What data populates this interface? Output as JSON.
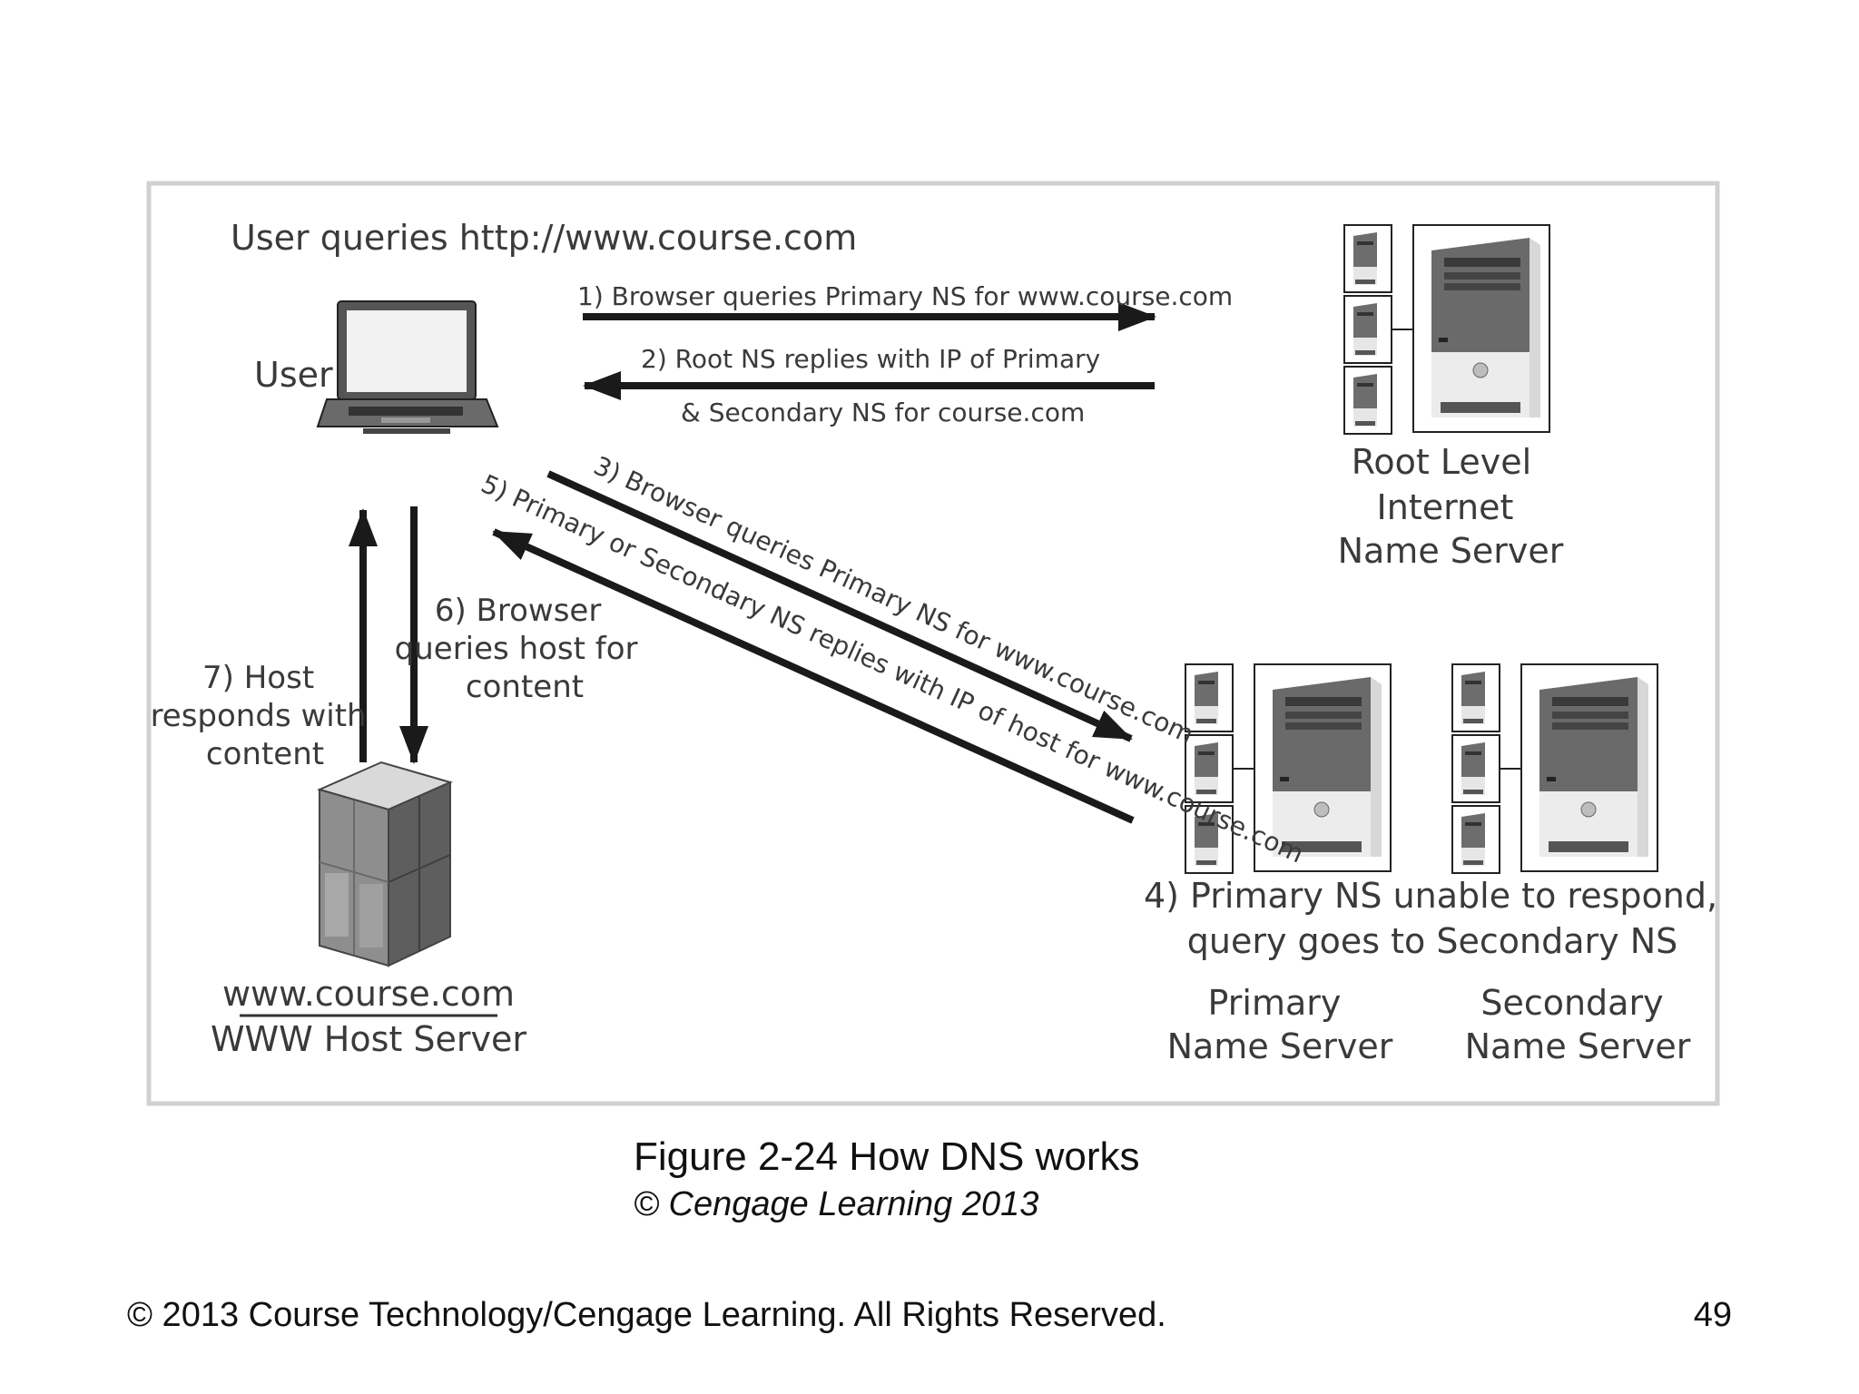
{
  "diagram": {
    "top_label": "User queries http://www.course.com",
    "user_label": "User",
    "root_server": {
      "lines": [
        "Root Level",
        "Internet",
        "Name Server"
      ]
    },
    "host_server": {
      "top": "www.course.com",
      "bottom": "WWW Host Server"
    },
    "primary_server": {
      "lines": [
        "Primary",
        "Name Server"
      ]
    },
    "secondary_server": {
      "lines": [
        "Secondary",
        "Name Server"
      ]
    },
    "steps": {
      "s1": "1)  Browser queries Primary NS for www.course.com",
      "s2a": "2)  Root NS replies with IP of Primary",
      "s2b": "& Secondary NS for course.com",
      "s3": "3) Browser queries Primary NS for www.course.com",
      "s4a": "4) Primary NS unable to respond,",
      "s4b": "query goes to Secondary NS",
      "s5": "5) Primary or Secondary NS replies with IP of host for www.course.com",
      "s6": [
        "6)  Browser",
        "queries host for",
        "content"
      ],
      "s7": [
        "7)  Host",
        "responds with",
        "content"
      ]
    }
  },
  "caption": {
    "title": "Figure 2-24 How DNS works",
    "credit": "© Cengage Learning 2013"
  },
  "footer": {
    "copyright": "© 2013 Course Technology/Cengage Learning. All Rights Reserved.",
    "page_number": "49"
  }
}
